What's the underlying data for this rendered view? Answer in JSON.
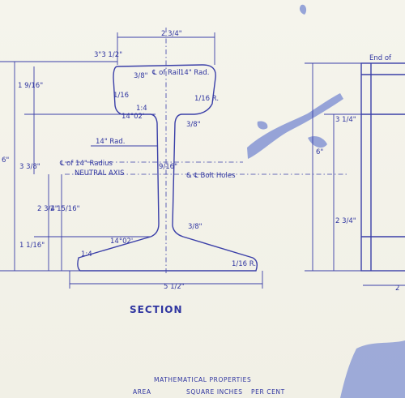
{
  "drawing": {
    "section_label": "SECTION",
    "top_right_label": "End of",
    "width_head": "2 3/4\"",
    "width_base": "5 1/2\"",
    "head_corner": "3\"3 1/2\"",
    "head_depth": "1 9/16\"",
    "head_radius": "3/8\"",
    "head_radius_14": "14\" Rad.",
    "cl_rail": "℄ of Rail",
    "fillet_r": "1/16 R.",
    "slope_1_4": "1:4",
    "slope_1_4_lower": "1:4",
    "angle_top": "14°02'",
    "angle_bottom": "14°02'",
    "web_radius_14": "14\" Rad.",
    "cl_14_radius": "℄ of 14\" Radius",
    "neutral_axis": "NEUTRAL AXIS",
    "bolt_holes": "& ℄ Bolt Holes",
    "bolt_spacing": "9/16\"",
    "web_radius_lower": "3/8\"",
    "left_height_total": "6\"",
    "left_3_3_8": "3 3/8\"",
    "left_2_3_4": "2 3/4\"",
    "left_2_15_16": "2 15/16\"",
    "left_1_1_16": "1 1/16\"",
    "right_6": "6\"",
    "right_3_1_4": "3 1/4\"",
    "right_2_3_4": "2 3/4\"",
    "base_fillet": "1/16 R.",
    "bottom_right_2": "2",
    "head_fillet_left": "1/16",
    "head_radius_small": "3/8\""
  },
  "footer": {
    "title": "MATHEMATICAL PROPERTIES",
    "col_area": "AREA",
    "col_sq_in": "SQUARE INCHES",
    "col_pct": "PER CENT"
  },
  "colors": {
    "ink": "#3a3fa8",
    "paper": "#f3f2ea"
  }
}
